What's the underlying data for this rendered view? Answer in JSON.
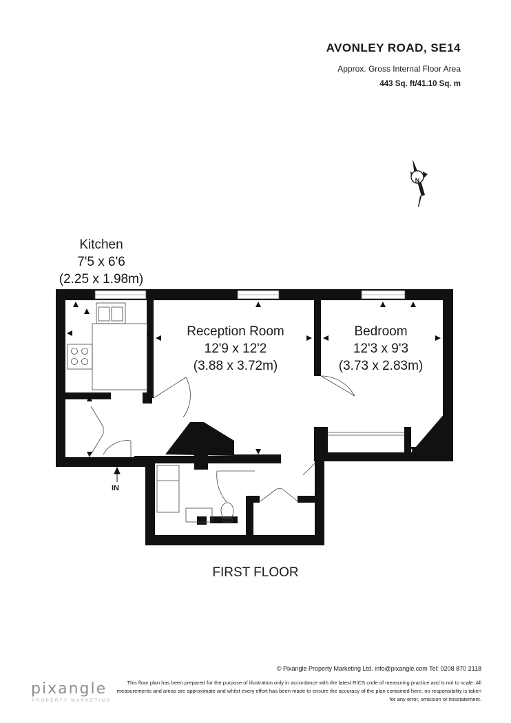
{
  "header": {
    "address": "AVONLEY ROAD, SE14",
    "area_label": "Approx. Gross Internal Floor Area",
    "area_value": "443 Sq. ft/41.10 Sq. m"
  },
  "compass": {
    "letter": "N"
  },
  "rooms": {
    "kitchen": {
      "name": "Kitchen",
      "imperial": "7'5 x 6'6",
      "metric": "(2.25 x 1.98m)"
    },
    "reception": {
      "name": "Reception Room",
      "imperial": "12'9 x 12'2",
      "metric": "(3.88 x 3.72m)"
    },
    "bedroom": {
      "name": "Bedroom",
      "imperial": "12'3 x 9'3",
      "metric": "(3.73 x 2.83m)"
    }
  },
  "entrance_label": "IN",
  "floor_label": "FIRST FLOOR",
  "footer": {
    "copyright": "© Pixangle Property Marketing Ltd. info@pixangle.com Tel: 0208 870 2118",
    "disclaimer": "This floor plan has been prepared for the purpose of illustration only in accordance with the latest RICS code of measuring practice and is not to scale. All measurements and areas are approximate and whilst every effort has been made to ensure the accuracy of the plan contained here, no responsibility is taken for any error, omission or misstatement.",
    "logo": "pixangle",
    "logo_tagline": "PROPERTY MARKETING"
  }
}
